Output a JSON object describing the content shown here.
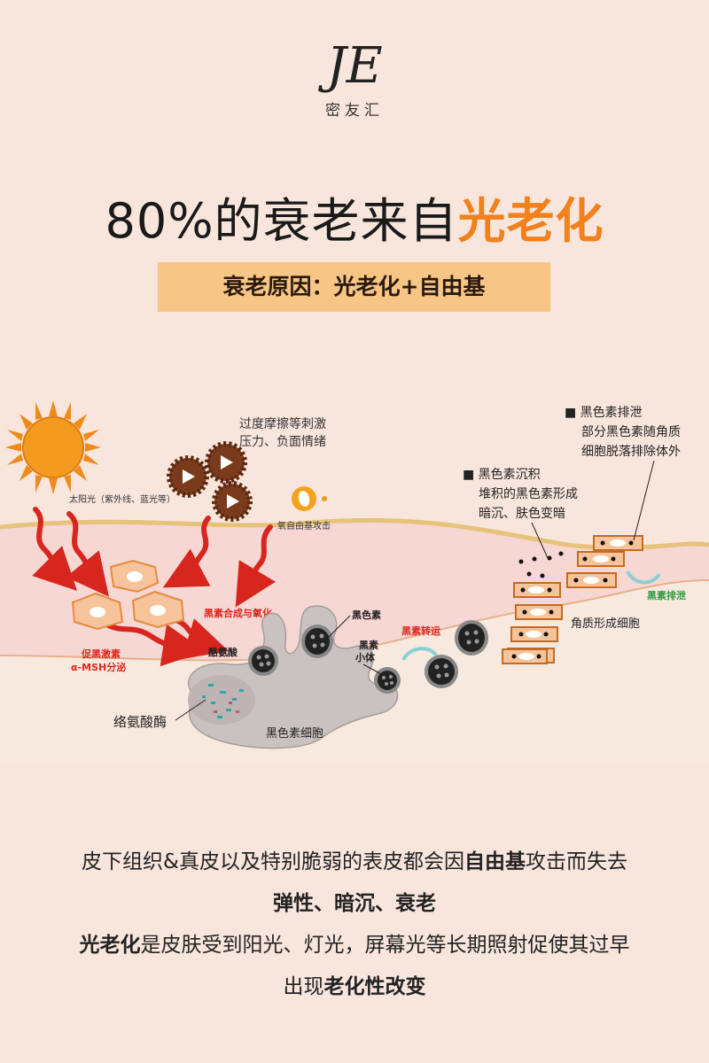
{
  "brand": {
    "monogram": "JE",
    "name": "密友汇"
  },
  "title": {
    "prefix": "80%的衰老来自",
    "highlight": "光老化"
  },
  "subtitle": "衰老原因：光老化+自由基",
  "diagram": {
    "sun_label": "太阳光（紫外线、蓝光等）",
    "stimulus_label_line1": "过度摩擦等刺激",
    "stimulus_label_line2": "压力、负面情绪",
    "oxygen_label": "氧自由基攻击",
    "msh_line1": "促黑激素",
    "msh_line2": "α-MSH分泌",
    "synthesis_label": "黑素合成与氧化",
    "tyrosine_label": "酪氨酸",
    "tyrosinase_label": "络氨酸酶",
    "melanin_label": "黑色素",
    "melanosome_line1": "黑素",
    "melanosome_line2": "小体",
    "melanocyte_label": "黑色素细胞",
    "transport_label": "黑素转运",
    "excretion_label": "黑素排泄",
    "keratinocyte_label": "角质形成细胞",
    "deposit_title": "■ 黑色素沉积",
    "deposit_line1": "堆积的黑色素形成",
    "deposit_line2": "暗沉、肤色变暗",
    "excrete_title": "■ 黑色素排泄",
    "excrete_line1": "部分黑色素随角质",
    "excrete_line2": "细胞脱落排除体外"
  },
  "body": {
    "line1_prefix": "皮下组织&真皮以及特别脆弱的表皮都会因",
    "line1_bold": "自由基",
    "line1_suffix": "攻击而失去",
    "line2": "弹性、暗沉、衰老",
    "line3_bold": "光老化",
    "line3_suffix": "是皮肤受到阳光、灯光，屏幕光等长期照射促使其过早",
    "line4_prefix": "出现",
    "line4_bold": "老化性改变"
  },
  "colors": {
    "background": "#f8e6dd",
    "accent_orange": "#f0811d",
    "subtitle_box": "#f7c686",
    "arrow_red": "#d7261e",
    "label_red": "#e0261e",
    "label_green": "#2a9a3c"
  }
}
